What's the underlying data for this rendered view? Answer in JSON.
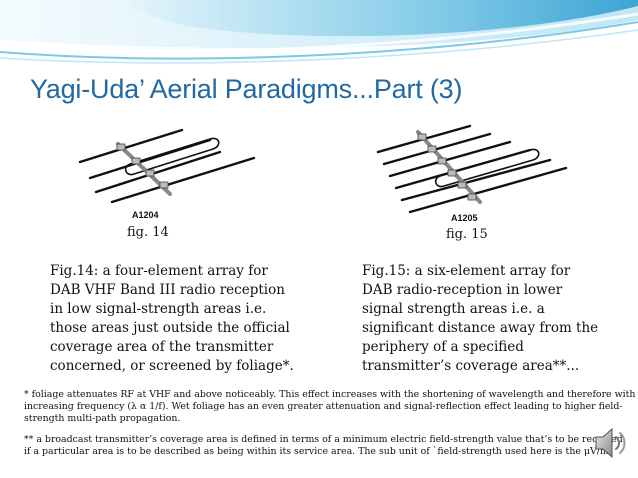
{
  "slide": {
    "title": "Yagi-Uda’ Aerial Paradigms...Part (3)",
    "figures": [
      {
        "code": "A1204",
        "caption": "fig. 14",
        "icon": "four-element-yagi-antenna"
      },
      {
        "code": "A1205",
        "caption": "fig. 15",
        "icon": "six-element-yagi-antenna"
      }
    ],
    "descriptions": {
      "left": [
        "Fig.14: a four-element array for",
        "DAB VHF Band III radio reception",
        "in low signal-strength areas i.e.",
        "those areas just outside the official",
        "coverage area of the transmitter",
        "concerned, or screened by foliage*."
      ],
      "right": [
        "Fig.15: a six-element array for",
        "DAB radio-reception in lower",
        "signal strength areas i.e. a",
        "significant distance away from the",
        "periphery of a specified",
        "transmitter’s coverage area**..."
      ]
    },
    "footnotes": {
      "first": [
        "* foliage attenuates RF at VHF and above noticeably. This effect increases with the shortening of wavelength and therefore with",
        "increasing frequency (λ α 1/f). Wet foliage has an even greater attenuation and signal-reflection effect leading to higher field-",
        "strength multi-path propagation."
      ],
      "second": [
        "** a broadcast transmitter’s coverage area is defined in terms of  a minimum electric field-strength value that’s to be received",
        "if a particular area is to be described as being within its service area. The sub unit of `field-strength used here is the μV/m."
      ]
    },
    "audio_icon": "speaker-icon",
    "colors": {
      "title": "#1f6aa5",
      "swoosh_dark": "#3fa9d6",
      "swoosh_light": "#bfe6f5"
    }
  }
}
